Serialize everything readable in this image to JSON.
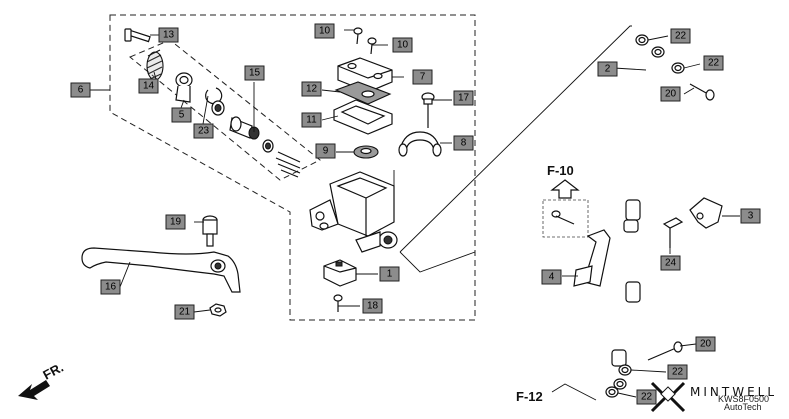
{
  "callouts": {
    "c13": "13",
    "c14": "14",
    "c6": "6",
    "c5": "5",
    "c23": "23",
    "c15": "15",
    "c10a": "10",
    "c10b": "10",
    "c7": "7",
    "c12": "12",
    "c11": "11",
    "c17": "17",
    "c9": "9",
    "c8": "8",
    "c22a": "22",
    "c22b": "22",
    "c2": "2",
    "c20a": "20",
    "c19": "19",
    "c16": "16",
    "c21": "21",
    "c1": "1",
    "c18": "18",
    "c4": "4",
    "c3": "3",
    "c24": "24",
    "c20b": "20",
    "c22c": "22",
    "c22d": "22"
  },
  "refs": {
    "f10": "F-10",
    "f12": "F-12"
  },
  "direction": "FR.",
  "brand": {
    "name": "MINTWELL",
    "sub": "AutoTech"
  },
  "code": "KWS8F0500"
}
